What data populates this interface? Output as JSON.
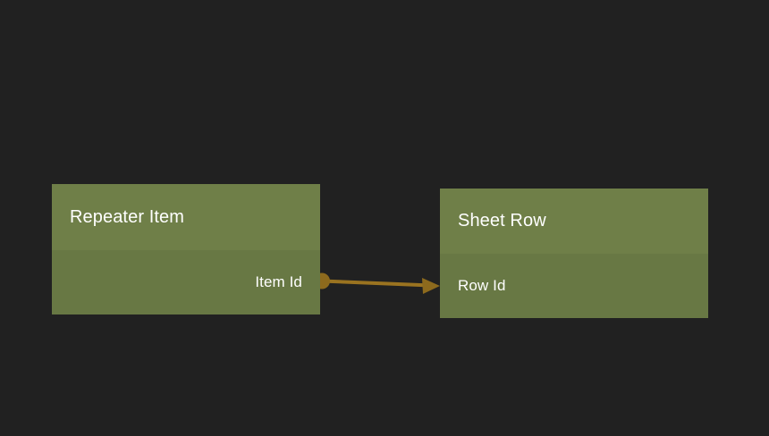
{
  "diagram": {
    "type": "entity-relationship",
    "background_color": "#212121",
    "nodes": [
      {
        "id": "repeater-item",
        "title": "Repeater Item",
        "header_color": "#6f7f48",
        "body_color": "#687844",
        "title_color": "#ffffff",
        "fields": [
          {
            "label": "Item Id",
            "align": "right"
          }
        ]
      },
      {
        "id": "sheet-row",
        "title": "Sheet Row",
        "header_color": "#6f7f48",
        "body_color": "#687844",
        "title_color": "#ffffff",
        "fields": [
          {
            "label": "Row Id",
            "align": "left"
          }
        ]
      }
    ],
    "edges": [
      {
        "id": "item-id-to-row-id",
        "from_node": "repeater-item",
        "from_field": "Item Id",
        "to_node": "sheet-row",
        "to_field": "Row Id",
        "color": "#9a7320",
        "source_marker": "circle",
        "target_marker": "arrow"
      }
    ]
  }
}
